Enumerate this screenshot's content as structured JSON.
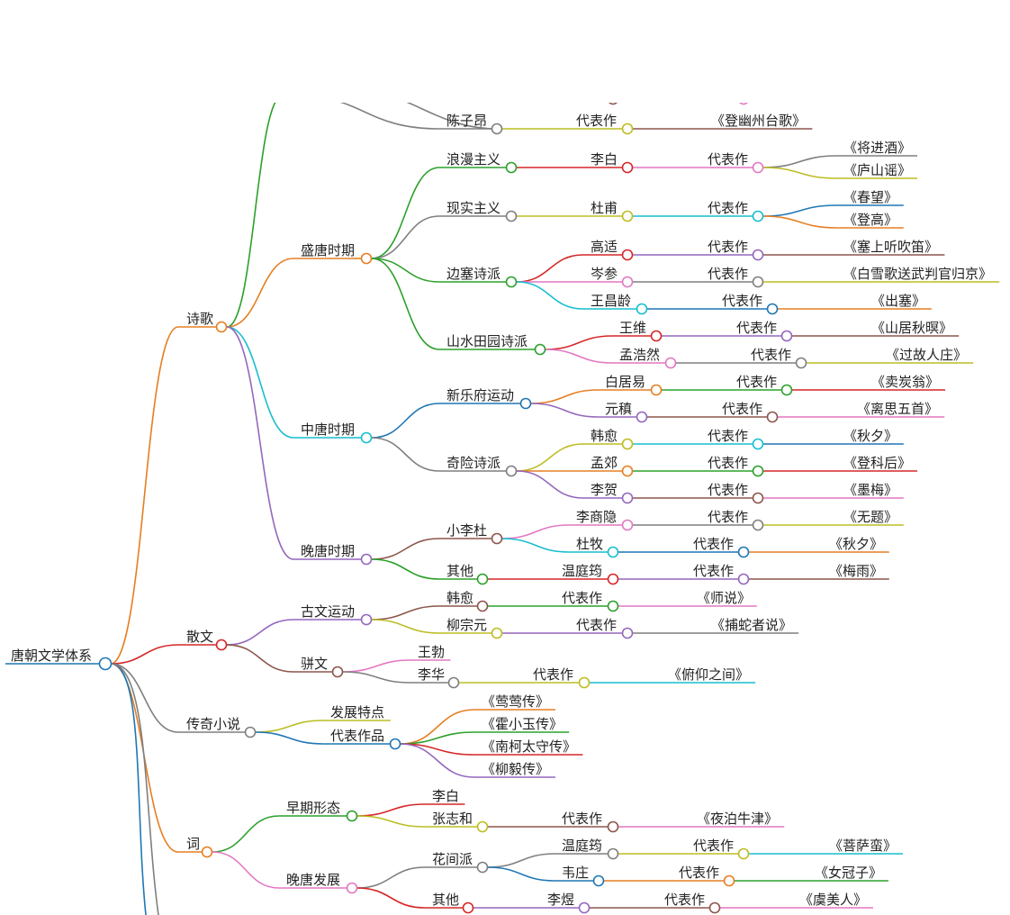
{
  "root": "唐朝文学体系",
  "palette": [
    "#e67e22",
    "#2ca02c",
    "#d62728",
    "#9467bd",
    "#8c564b",
    "#e377c2",
    "#7f7f7f",
    "#bcbd22",
    "#17becf",
    "#1f77b4"
  ],
  "nodes": [
    {
      "id": "root",
      "label": "唐朝文学体系",
      "parent": null,
      "color": "#1f77b4"
    },
    {
      "id": "shige",
      "label": "诗歌",
      "parent": "root",
      "color": "#e67e22"
    },
    {
      "id": "topg",
      "label": "",
      "parent": "shige",
      "color": "#2ca02c"
    },
    {
      "id": "czi",
      "label": "陈子昂",
      "parent": "topg",
      "color": "#7f7f7f"
    },
    {
      "id": "czi_d",
      "label": "代表作",
      "parent": "czi",
      "color": "#bcbd22"
    },
    {
      "id": "czi_w",
      "label": "《登幽州台歌》",
      "parent": "czi_d",
      "color": "#8c564b"
    },
    {
      "id": "sheng",
      "label": "盛唐时期",
      "parent": "shige",
      "color": "#e67e22"
    },
    {
      "id": "lm",
      "label": "浪漫主义",
      "parent": "sheng",
      "color": "#2ca02c"
    },
    {
      "id": "libai",
      "label": "李白",
      "parent": "lm",
      "color": "#d62728"
    },
    {
      "id": "libai_d",
      "label": "代表作",
      "parent": "libai",
      "color": "#e377c2"
    },
    {
      "id": "libai_w1",
      "label": "《将进酒》",
      "parent": "libai_d",
      "color": "#7f7f7f"
    },
    {
      "id": "libai_w2",
      "label": "《庐山谣》",
      "parent": "libai_d",
      "color": "#bcbd22"
    },
    {
      "id": "xs",
      "label": "现实主义",
      "parent": "sheng",
      "color": "#7f7f7f"
    },
    {
      "id": "dufu",
      "label": "杜甫",
      "parent": "xs",
      "color": "#bcbd22"
    },
    {
      "id": "dufu_d",
      "label": "代表作",
      "parent": "dufu",
      "color": "#17becf"
    },
    {
      "id": "dufu_w1",
      "label": "《春望》",
      "parent": "dufu_d",
      "color": "#1f77b4"
    },
    {
      "id": "dufu_w2",
      "label": "《登高》",
      "parent": "dufu_d",
      "color": "#e67e22"
    },
    {
      "id": "bs",
      "label": "边塞诗派",
      "parent": "sheng",
      "color": "#2ca02c"
    },
    {
      "id": "gaoshi",
      "label": "高适",
      "parent": "bs",
      "color": "#d62728"
    },
    {
      "id": "gaoshi_d",
      "label": "代表作",
      "parent": "gaoshi",
      "color": "#9467bd"
    },
    {
      "id": "gaoshi_w",
      "label": "《塞上听吹笛》",
      "parent": "gaoshi_d",
      "color": "#8c564b"
    },
    {
      "id": "cens",
      "label": "岑参",
      "parent": "bs",
      "color": "#e377c2"
    },
    {
      "id": "cens_d",
      "label": "代表作",
      "parent": "cens",
      "color": "#7f7f7f"
    },
    {
      "id": "cens_w",
      "label": "《白雪歌送武判官归京》",
      "parent": "cens_d",
      "color": "#bcbd22"
    },
    {
      "id": "wcl",
      "label": "王昌龄",
      "parent": "bs",
      "color": "#17becf"
    },
    {
      "id": "wcl_d",
      "label": "代表作",
      "parent": "wcl",
      "color": "#1f77b4"
    },
    {
      "id": "wcl_w",
      "label": "《出塞》",
      "parent": "wcl_d",
      "color": "#e67e22"
    },
    {
      "id": "sstz",
      "label": "山水田园诗派",
      "parent": "sheng",
      "color": "#2ca02c"
    },
    {
      "id": "wangwei",
      "label": "王维",
      "parent": "sstz",
      "color": "#d62728"
    },
    {
      "id": "wangwei_d",
      "label": "代表作",
      "parent": "wangwei",
      "color": "#9467bd"
    },
    {
      "id": "wangwei_w",
      "label": "《山居秋暝》",
      "parent": "wangwei_d",
      "color": "#8c564b"
    },
    {
      "id": "mhr",
      "label": "孟浩然",
      "parent": "sstz",
      "color": "#e377c2"
    },
    {
      "id": "mhr_d",
      "label": "代表作",
      "parent": "mhr",
      "color": "#7f7f7f"
    },
    {
      "id": "mhr_w",
      "label": "《过故人庄》",
      "parent": "mhr_d",
      "color": "#bcbd22"
    },
    {
      "id": "zhong",
      "label": "中唐时期",
      "parent": "shige",
      "color": "#17becf"
    },
    {
      "id": "xyf",
      "label": "新乐府运动",
      "parent": "zhong",
      "color": "#1f77b4"
    },
    {
      "id": "bjy",
      "label": "白居易",
      "parent": "xyf",
      "color": "#e67e22"
    },
    {
      "id": "bjy_d",
      "label": "代表作",
      "parent": "bjy",
      "color": "#2ca02c"
    },
    {
      "id": "bjy_w",
      "label": "《卖炭翁》",
      "parent": "bjy_d",
      "color": "#d62728"
    },
    {
      "id": "yzh",
      "label": "元稹",
      "parent": "xyf",
      "color": "#9467bd"
    },
    {
      "id": "yzh_d",
      "label": "代表作",
      "parent": "yzh",
      "color": "#8c564b"
    },
    {
      "id": "yzh_w",
      "label": "《离思五首》",
      "parent": "yzh_d",
      "color": "#e377c2"
    },
    {
      "id": "qx",
      "label": "奇险诗派",
      "parent": "zhong",
      "color": "#7f7f7f"
    },
    {
      "id": "hanyu1",
      "label": "韩愈",
      "parent": "qx",
      "color": "#bcbd22"
    },
    {
      "id": "hanyu1_d",
      "label": "代表作",
      "parent": "hanyu1",
      "color": "#17becf"
    },
    {
      "id": "hanyu1_w",
      "label": "《秋夕》",
      "parent": "hanyu1_d",
      "color": "#1f77b4"
    },
    {
      "id": "mengjiao",
      "label": "孟郊",
      "parent": "qx",
      "color": "#e67e22"
    },
    {
      "id": "mengjiao_d",
      "label": "代表作",
      "parent": "mengjiao",
      "color": "#2ca02c"
    },
    {
      "id": "mengjiao_w",
      "label": "《登科后》",
      "parent": "mengjiao_d",
      "color": "#d62728"
    },
    {
      "id": "lihe",
      "label": "李贺",
      "parent": "qx",
      "color": "#9467bd"
    },
    {
      "id": "lihe_d",
      "label": "代表作",
      "parent": "lihe",
      "color": "#8c564b"
    },
    {
      "id": "lihe_w",
      "label": "《墨梅》",
      "parent": "lihe_d",
      "color": "#e377c2"
    },
    {
      "id": "wan",
      "label": "晚唐时期",
      "parent": "shige",
      "color": "#9467bd"
    },
    {
      "id": "xld",
      "label": "小李杜",
      "parent": "wan",
      "color": "#8c564b"
    },
    {
      "id": "lsy",
      "label": "李商隐",
      "parent": "xld",
      "color": "#e377c2"
    },
    {
      "id": "lsy_d",
      "label": "代表作",
      "parent": "lsy",
      "color": "#7f7f7f"
    },
    {
      "id": "lsy_w",
      "label": "《无题》",
      "parent": "lsy_d",
      "color": "#bcbd22"
    },
    {
      "id": "dumu",
      "label": "杜牧",
      "parent": "xld",
      "color": "#17becf"
    },
    {
      "id": "dumu_d",
      "label": "代表作",
      "parent": "dumu",
      "color": "#1f77b4"
    },
    {
      "id": "dumu_w",
      "label": "《秋夕》",
      "parent": "dumu_d",
      "color": "#e67e22"
    },
    {
      "id": "wqt",
      "label": "其他",
      "parent": "wan",
      "color": "#2ca02c"
    },
    {
      "id": "wtj1",
      "label": "温庭筠",
      "parent": "wqt",
      "color": "#d62728"
    },
    {
      "id": "wtj1_d",
      "label": "代表作",
      "parent": "wtj1",
      "color": "#9467bd"
    },
    {
      "id": "wtj1_w",
      "label": "《梅雨》",
      "parent": "wtj1_d",
      "color": "#8c564b"
    },
    {
      "id": "sanwen",
      "label": "散文",
      "parent": "root",
      "color": "#d62728"
    },
    {
      "id": "gwyd",
      "label": "古文运动",
      "parent": "sanwen",
      "color": "#9467bd"
    },
    {
      "id": "hanyu2",
      "label": "韩愈",
      "parent": "gwyd",
      "color": "#8c564b"
    },
    {
      "id": "hanyu2_d",
      "label": "代表作",
      "parent": "hanyu2",
      "color": "#2ca02c"
    },
    {
      "id": "hanyu2_w",
      "label": "《师说》",
      "parent": "hanyu2_d",
      "color": "#e377c2"
    },
    {
      "id": "lzy",
      "label": "柳宗元",
      "parent": "gwyd",
      "color": "#bcbd22"
    },
    {
      "id": "lzy_d",
      "label": "代表作",
      "parent": "lzy",
      "color": "#9467bd"
    },
    {
      "id": "lzy_w",
      "label": "《捕蛇者说》",
      "parent": "lzy_d",
      "color": "#7f7f7f"
    },
    {
      "id": "pw",
      "label": "骈文",
      "parent": "sanwen",
      "color": "#8c564b"
    },
    {
      "id": "wangbo",
      "label": "王勃",
      "parent": "pw",
      "color": "#e377c2"
    },
    {
      "id": "lihua",
      "label": "李华",
      "parent": "pw",
      "color": "#7f7f7f"
    },
    {
      "id": "lihua_d",
      "label": "代表作",
      "parent": "lihua",
      "color": "#bcbd22"
    },
    {
      "id": "lihua_w",
      "label": "《俯仰之间》",
      "parent": "lihua_d",
      "color": "#17becf"
    },
    {
      "id": "cq",
      "label": "传奇小说",
      "parent": "root",
      "color": "#7f7f7f"
    },
    {
      "id": "fztd",
      "label": "发展特点",
      "parent": "cq",
      "color": "#bcbd22"
    },
    {
      "id": "dbzp",
      "label": "代表作品",
      "parent": "cq",
      "color": "#1f77b4"
    },
    {
      "id": "yyz",
      "label": "《莺莺传》",
      "parent": "dbzp",
      "color": "#e67e22"
    },
    {
      "id": "hxy",
      "label": "《霍小玉传》",
      "parent": "dbzp",
      "color": "#2ca02c"
    },
    {
      "id": "nkt",
      "label": "《南柯太守传》",
      "parent": "dbzp",
      "color": "#d62728"
    },
    {
      "id": "lyz",
      "label": "《柳毅传》",
      "parent": "dbzp",
      "color": "#9467bd"
    },
    {
      "id": "ci",
      "label": "词",
      "parent": "root",
      "color": "#e67e22"
    },
    {
      "id": "zqxt",
      "label": "早期形态",
      "parent": "ci",
      "color": "#2ca02c"
    },
    {
      "id": "libai2",
      "label": "李白",
      "parent": "zqxt",
      "color": "#d62728"
    },
    {
      "id": "zzh",
      "label": "张志和",
      "parent": "zqxt",
      "color": "#bcbd22"
    },
    {
      "id": "zzh_d",
      "label": "代表作",
      "parent": "zzh",
      "color": "#8c564b"
    },
    {
      "id": "zzh_w",
      "label": "《夜泊牛津》",
      "parent": "zzh_d",
      "color": "#e377c2"
    },
    {
      "id": "wtfz",
      "label": "晚唐发展",
      "parent": "ci",
      "color": "#e377c2"
    },
    {
      "id": "hjp",
      "label": "花间派",
      "parent": "wtfz",
      "color": "#7f7f7f"
    },
    {
      "id": "wtj2",
      "label": "温庭筠",
      "parent": "hjp",
      "color": "#7f7f7f"
    },
    {
      "id": "wtj2_d",
      "label": "代表作",
      "parent": "wtj2",
      "color": "#bcbd22"
    },
    {
      "id": "wtj2_w",
      "label": "《菩萨蛮》",
      "parent": "wtj2_d",
      "color": "#17becf"
    },
    {
      "id": "wz",
      "label": "韦庄",
      "parent": "hjp",
      "color": "#1f77b4"
    },
    {
      "id": "wz_d",
      "label": "代表作",
      "parent": "wz",
      "color": "#e67e22"
    },
    {
      "id": "wz_w",
      "label": "《女冠子》",
      "parent": "wz_d",
      "color": "#2ca02c"
    },
    {
      "id": "ciqt",
      "label": "其他",
      "parent": "wtfz",
      "color": "#d62728"
    },
    {
      "id": "liyu",
      "label": "李煜",
      "parent": "ciqt",
      "color": "#9467bd"
    },
    {
      "id": "liyu_d",
      "label": "代表作",
      "parent": "liyu",
      "color": "#8c564b"
    },
    {
      "id": "liyu_w",
      "label": "《虞美人》",
      "parent": "liyu_d",
      "color": "#e377c2"
    }
  ]
}
